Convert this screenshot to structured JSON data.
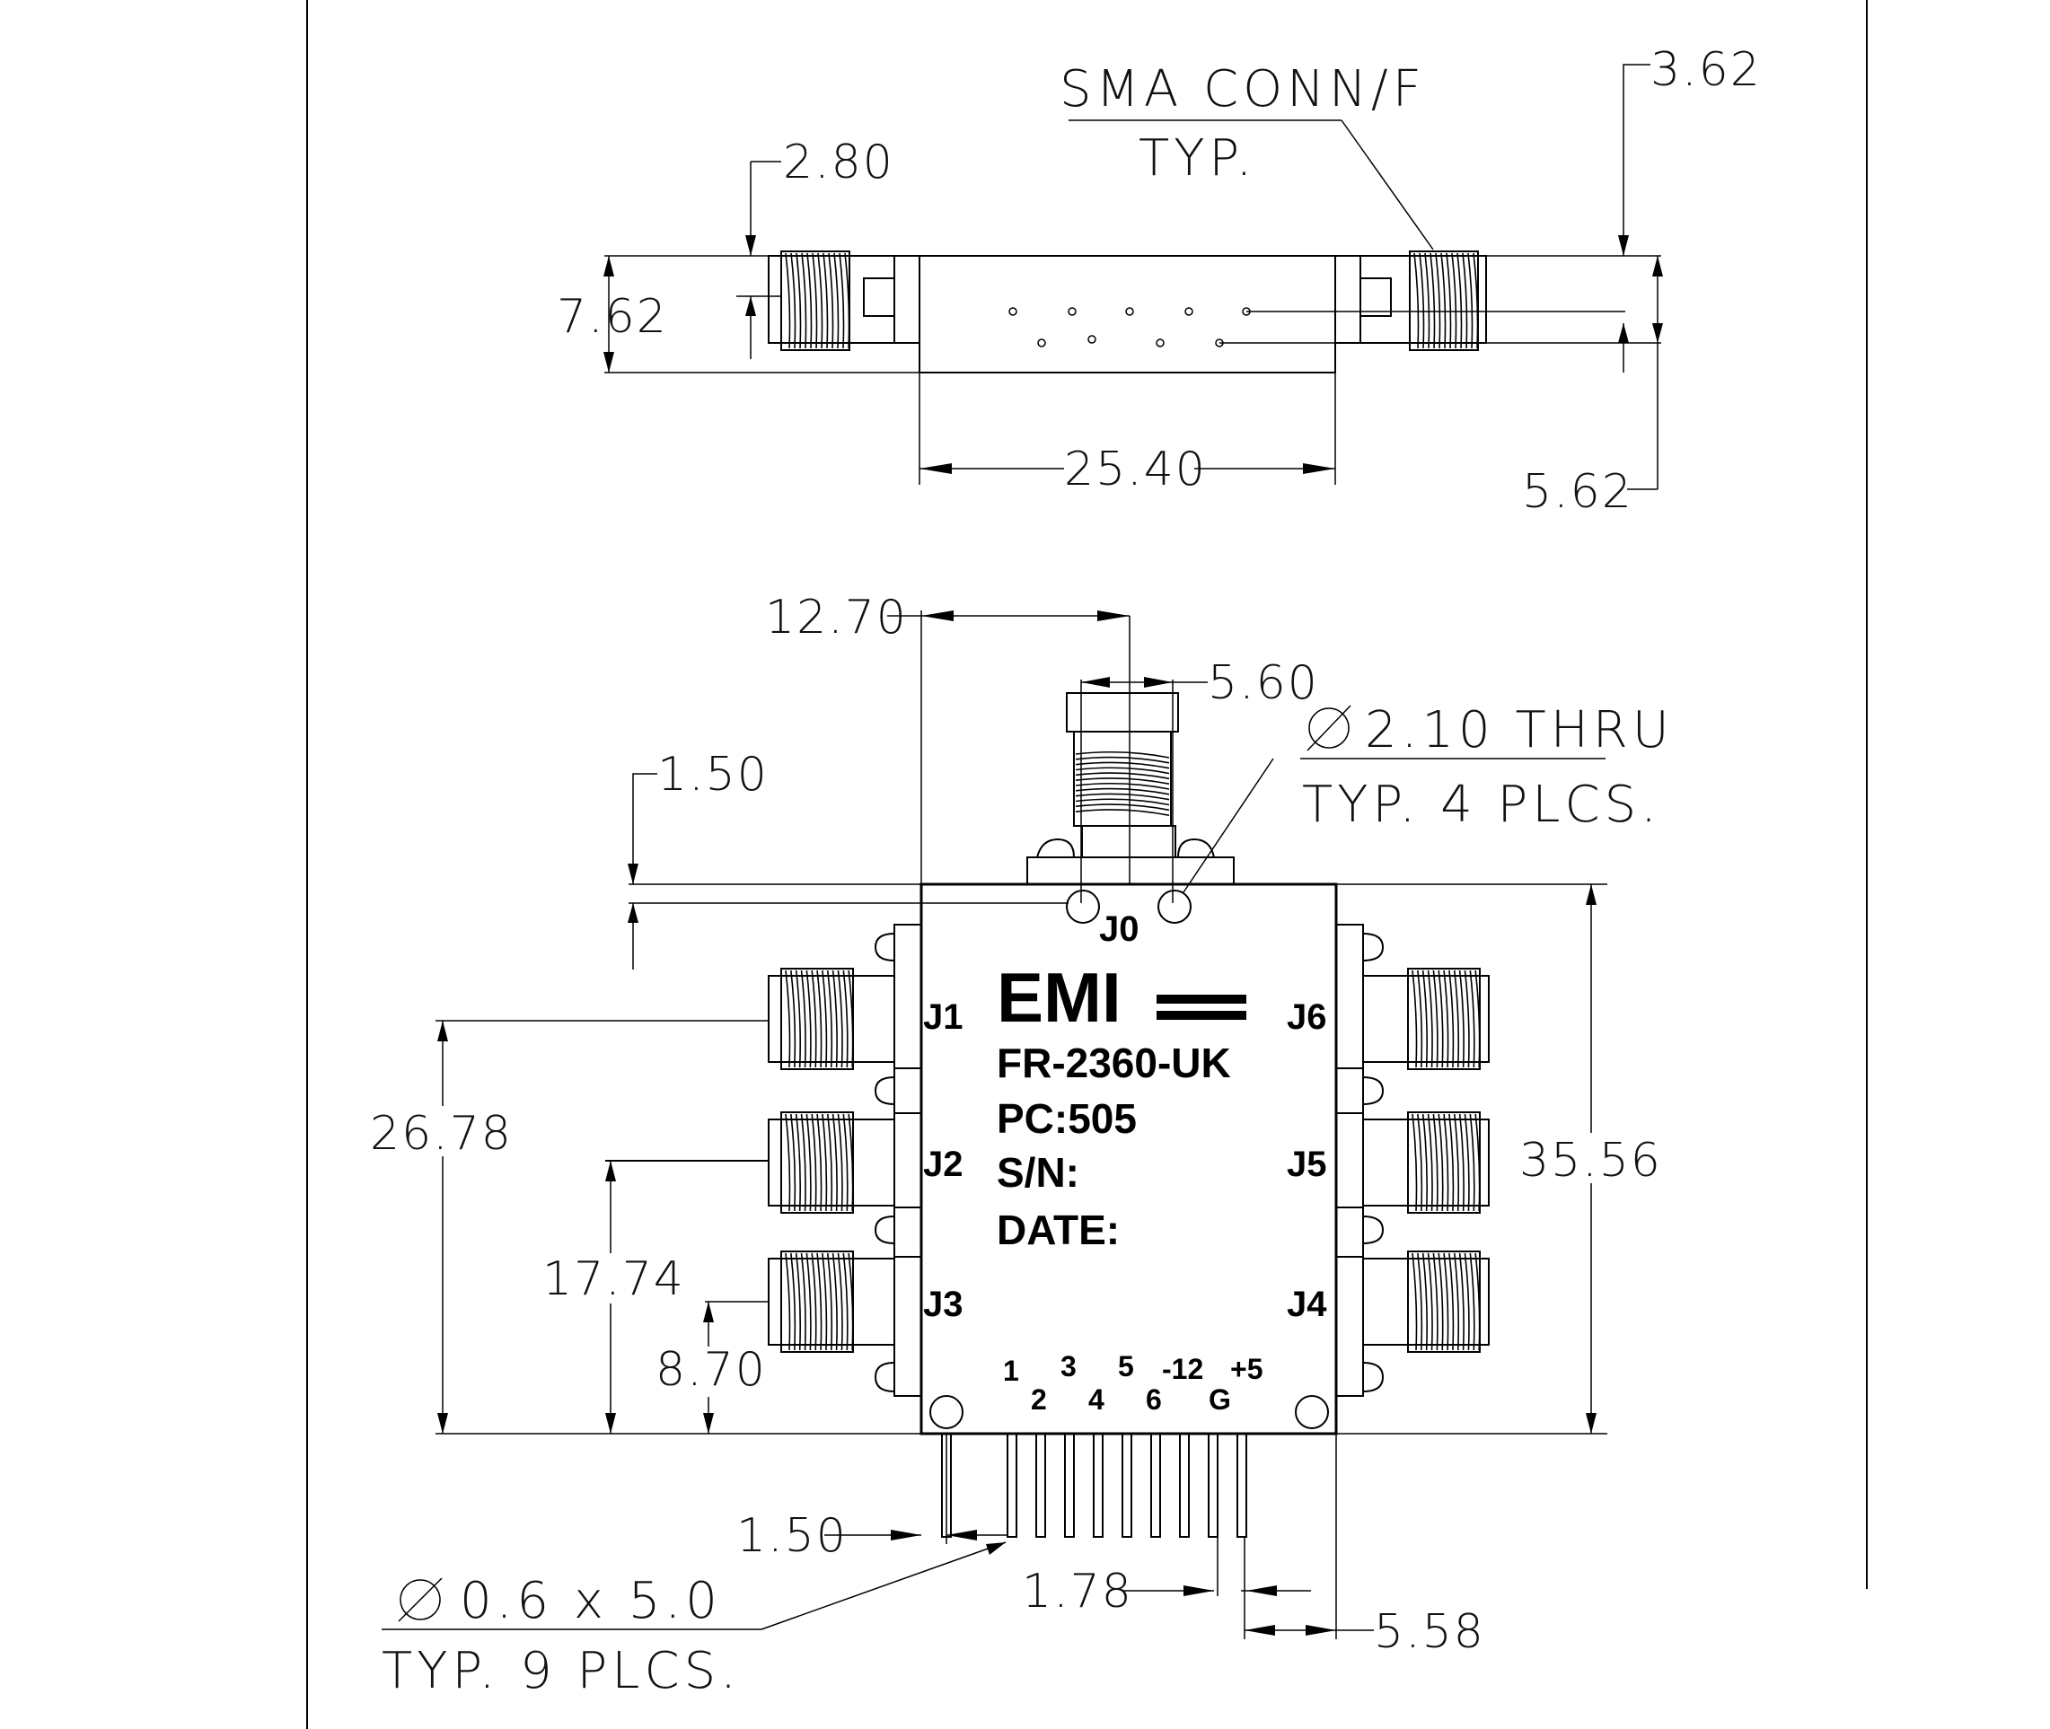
{
  "top_view": {
    "dims": {
      "d_2_80": "2.80",
      "d_7_62": "7.62",
      "d_25_40": "25.40",
      "d_3_62": "3.62",
      "d_5_62": "5.62"
    },
    "note_line1": "SMA CONN/F",
    "note_line2": "TYP."
  },
  "front_view": {
    "dims": {
      "d_12_70": "12.70",
      "d_5_60": "5.60",
      "d_1_50_top": "1.50",
      "d_26_78": "26.78",
      "d_17_74": "17.74",
      "d_8_70": "8.70",
      "d_35_56": "35.56",
      "d_1_50_bottom": "1.50",
      "d_1_78": "1.78",
      "d_5_58": "5.58"
    },
    "hole_note_line1": "2.10 THRU",
    "hole_note_line2": "TYP. 4 PLCS.",
    "pin_note_line1": "0.6 x 5.0",
    "pin_note_line2": "TYP. 9 PLCS.",
    "ports": {
      "j0": "J0",
      "j1": "J1",
      "j2": "J2",
      "j3": "J3",
      "j4": "J4",
      "j5": "J5",
      "j6": "J6"
    },
    "label": {
      "brand": "EMI",
      "model": "FR-2360-UK",
      "pc": "PC:505",
      "sn": "S/N:",
      "date": "DATE:"
    },
    "pins_top": [
      "1",
      "3",
      "5",
      "-12",
      "+5"
    ],
    "pins_bottom": [
      "2",
      "4",
      "6",
      "G"
    ]
  }
}
